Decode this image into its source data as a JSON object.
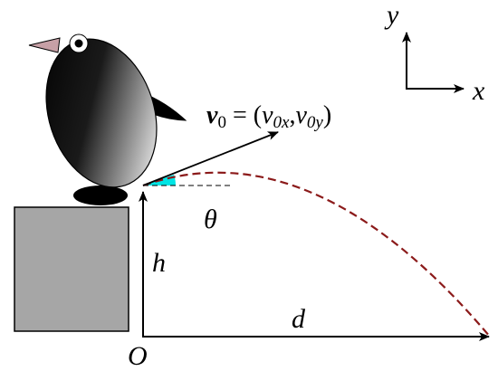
{
  "diagram": {
    "axes": {
      "x_label": "x",
      "y_label": "y"
    },
    "velocity": {
      "symbol": "v",
      "sub0": "0",
      "equals": "=",
      "open": "(",
      "comp_x_symbol": "v",
      "comp_x_sub": "0x",
      "comma": ",",
      "comp_y_symbol": "v",
      "comp_y_sub": "0y",
      "close": ")"
    },
    "angle_label": "θ",
    "height_label": "h",
    "distance_label": "d",
    "origin_label": "O",
    "colors": {
      "trajectory": "#8b1a1a",
      "angle_fill": "#00e5e5",
      "block": "#a6a6a6",
      "outline": "#000000",
      "penguin_body": "#000000",
      "beak": "#c7a0a6"
    }
  }
}
